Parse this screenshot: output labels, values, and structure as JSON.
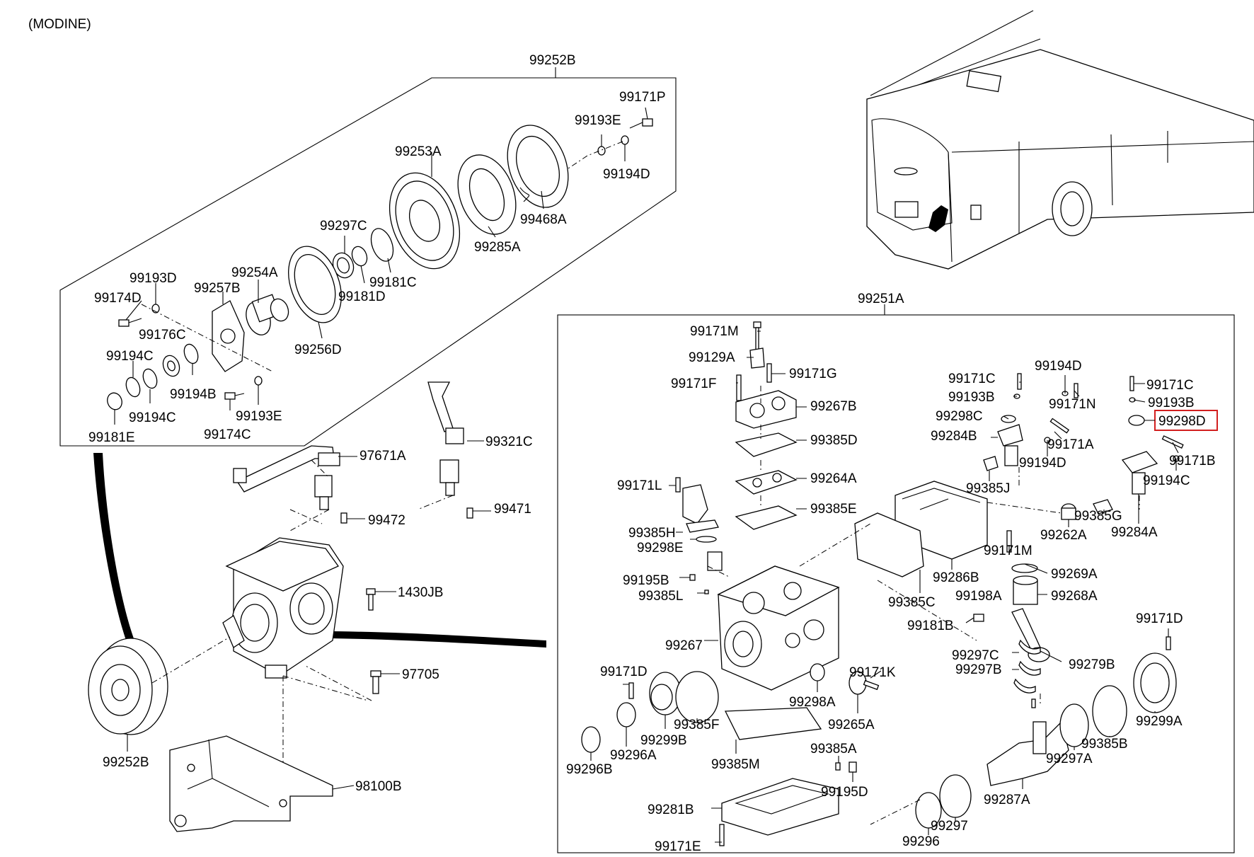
{
  "header": {
    "title": "(MODINE)"
  },
  "highlight": {
    "part": "99298D",
    "color": "#d21f1f"
  },
  "groups": {
    "clutch": "99252B",
    "compressor": "99251A"
  },
  "labels": {
    "clutch_group": "99252B",
    "p99171P": "99171P",
    "p99193E_a": "99193E",
    "p99253A": "99253A",
    "p99194D_a": "99194D",
    "p99468A": "99468A",
    "p99285A": "99285A",
    "p99297C_a": "99297C",
    "p99254A": "99254A",
    "p99181C": "99181C",
    "p99193D": "99193D",
    "p99257B": "99257B",
    "p99181D": "99181D",
    "p99174D": "99174D",
    "p99176C": "99176C",
    "p99256D": "99256D",
    "p99194C_a": "99194C",
    "p99194B": "99194B",
    "p99194C_b": "99194C",
    "p99193E_b": "99193E",
    "p99181E": "99181E",
    "p99174C": "99174C",
    "p99321C": "99321C",
    "p97671A": "97671A",
    "p99472": "99472",
    "p99471": "99471",
    "p1430JB": "1430JB",
    "p97705": "97705",
    "p99252B_b": "99252B",
    "p98100B": "98100B",
    "comp_group": "99251A",
    "p99171M_a": "99171M",
    "p99129A": "99129A",
    "p99171G": "99171G",
    "p99171F": "99171F",
    "p99267B": "99267B",
    "p99385D": "99385D",
    "p99264A": "99264A",
    "p99171L": "99171L",
    "p99385E": "99385E",
    "p99385H": "99385H",
    "p99298E": "99298E",
    "p99195B": "99195B",
    "p99385L": "99385L",
    "p99267": "99267",
    "p99171D_a": "99171D",
    "p99299B": "99299B",
    "p99385F": "99385F",
    "p99296A": "99296A",
    "p99296B": "99296B",
    "p99385M": "99385M",
    "p99298A": "99298A",
    "p99171K": "99171K",
    "p99265A": "99265A",
    "p99385A": "99385A",
    "p99195D": "99195D",
    "p99281B": "99281B",
    "p99171E": "99171E",
    "p99296": "99296",
    "p99297": "99297",
    "p99287A": "99287A",
    "p99171C_a": "99171C",
    "p99194D_b": "99194D",
    "p99193B_a": "99193B",
    "p99171N": "99171N",
    "p99298C": "99298C",
    "p99284B": "99284B",
    "p99171A": "99171A",
    "p99194D_c": "99194D",
    "p99385J": "99385J",
    "p99171C_b": "99171C",
    "p99193B_b": "99193B",
    "p99298D": "99298D",
    "p99171B": "99171B",
    "p99194C_c": "99194C",
    "p99385G": "99385G",
    "p99262A": "99262A",
    "p99284A": "99284A",
    "p99171M_b": "99171M",
    "p99286B": "99286B",
    "p99385C": "99385C",
    "p99269A": "99269A",
    "p99198A": "99198A",
    "p99268A": "99268A",
    "p99181B": "99181B",
    "p99171D_b": "99171D",
    "p99297C_b": "99297C",
    "p99297B": "99297B",
    "p99279B": "99279B",
    "p99299A": "99299A",
    "p99385B": "99385B",
    "p99297A": "99297A"
  }
}
